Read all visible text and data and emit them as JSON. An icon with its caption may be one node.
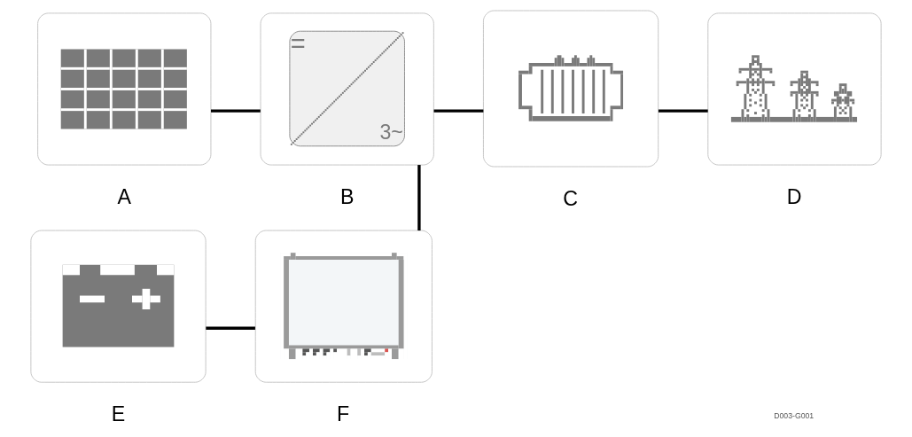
{
  "diagram": {
    "nodes": [
      {
        "text": [],
        "shape": "picture",
        "beside": [
          "A"
        ]
      },
      {
        "text": [
          "=",
          "3~"
        ],
        "beside": [
          "B"
        ]
      },
      {
        "text": [],
        "shape": "picture",
        "beside": [
          "C"
        ]
      },
      {
        "text": [],
        "shape": "picture",
        "beside": [
          "D"
        ]
      },
      {
        "text": [],
        "shape": "picture",
        "beside": [
          "E"
        ]
      },
      {
        "text": [],
        "shape": "picture",
        "beside": [
          "F"
        ]
      }
    ],
    "edges": [
      {
        "from": 0,
        "to": 1,
        "arrow": "none"
      },
      {
        "from": 1,
        "to": 2,
        "arrow": "none"
      },
      {
        "from": 2,
        "to": 3,
        "arrow": "none"
      },
      {
        "from": 1,
        "to": 5,
        "arrow": "none"
      },
      {
        "from": 4,
        "to": 5,
        "arrow": "none"
      }
    ],
    "labels": [
      "D003-G001"
    ]
  }
}
